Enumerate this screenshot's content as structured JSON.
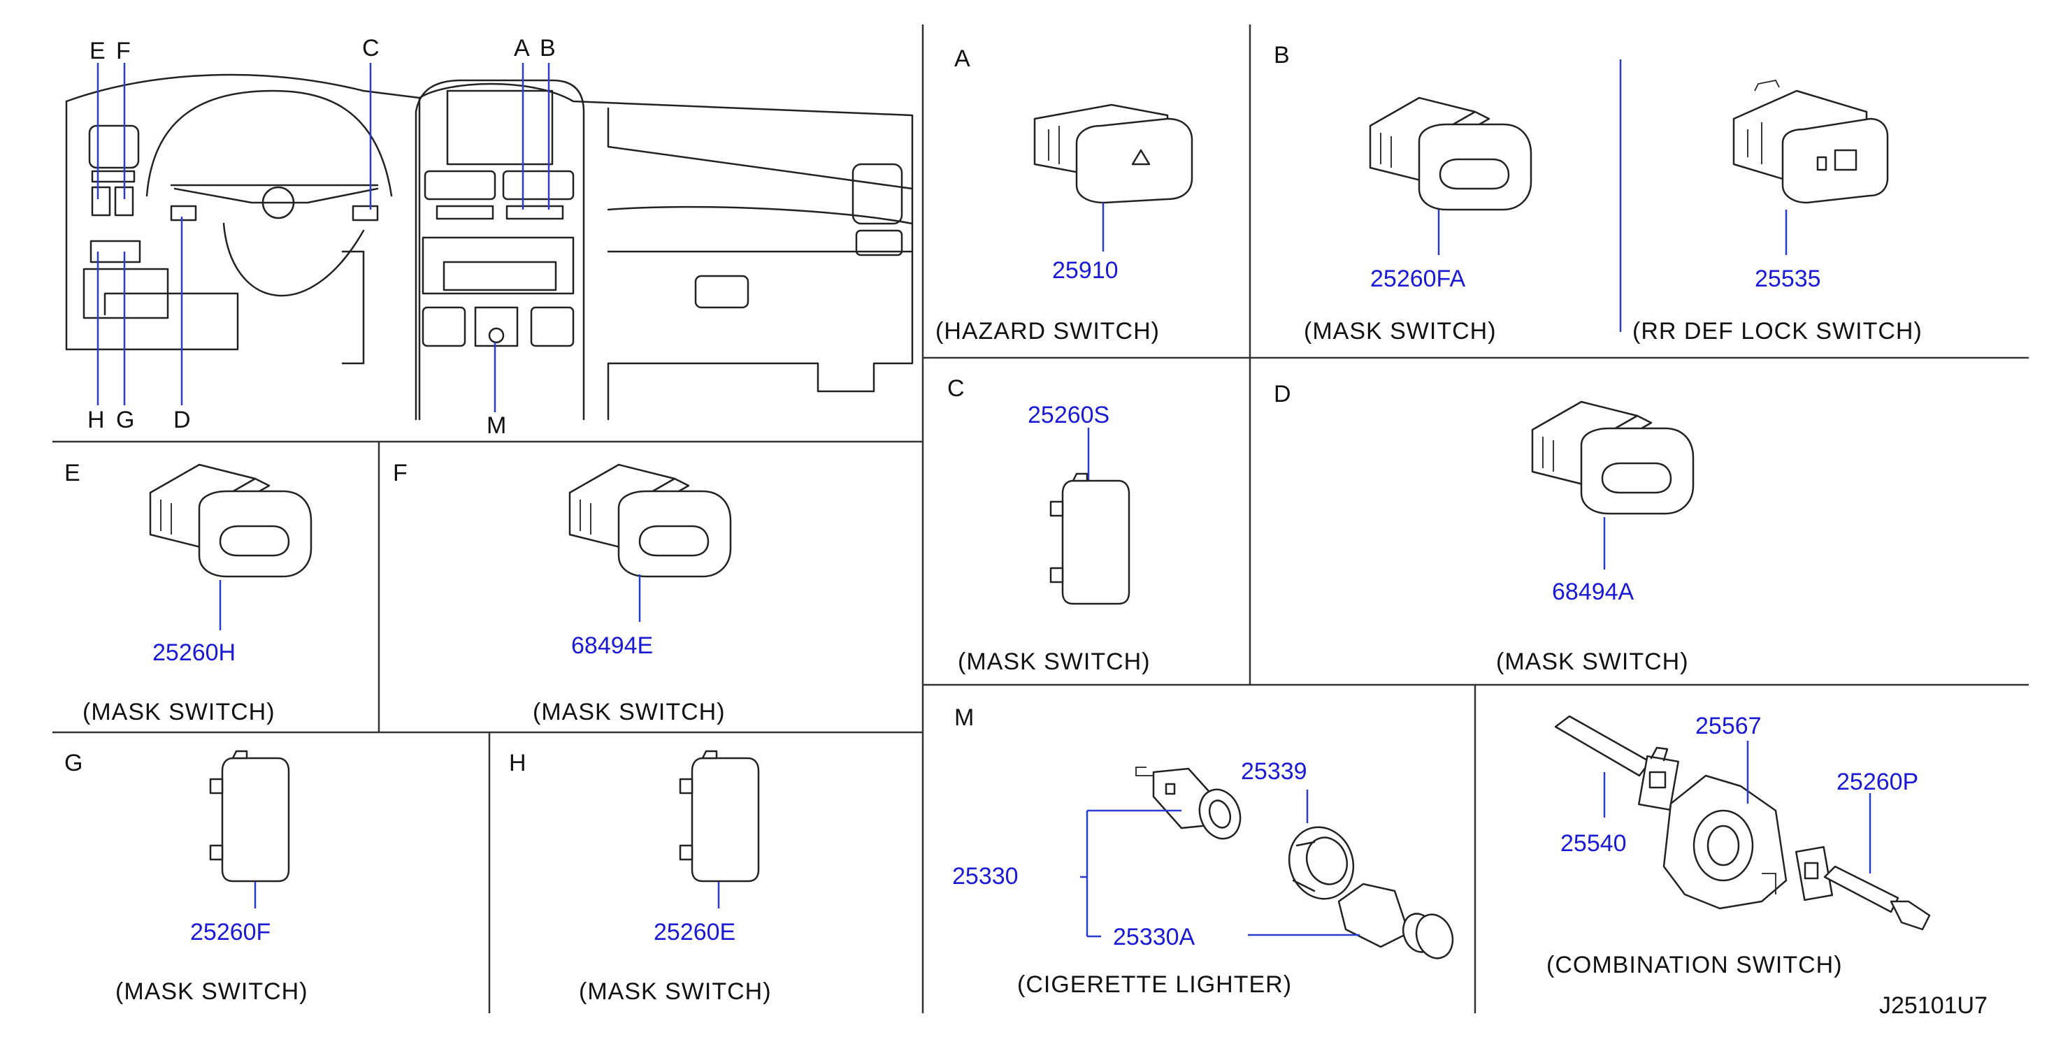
{
  "diagram_id": "J25101U7",
  "overview": {
    "callouts": [
      "A",
      "B",
      "C",
      "D",
      "E",
      "F",
      "G",
      "H",
      "M"
    ]
  },
  "panels": {
    "A": {
      "letter": "A",
      "parts": [
        "25910"
      ],
      "caption": "(HAZARD  SWITCH)"
    },
    "B": {
      "letter": "B",
      "parts": [
        "25260FA",
        "25535"
      ],
      "captions": [
        "(MASK  SWITCH)",
        "(RR  DEF  LOCK  SWITCH)"
      ]
    },
    "C": {
      "letter": "C",
      "parts": [
        "25260S"
      ],
      "caption": "(MASK  SWITCH)"
    },
    "D": {
      "letter": "D",
      "parts": [
        "68494A"
      ],
      "caption": "(MASK  SWITCH)"
    },
    "E": {
      "letter": "E",
      "parts": [
        "25260H"
      ],
      "caption": "(MASK  SWITCH)"
    },
    "F": {
      "letter": "F",
      "parts": [
        "68494E"
      ],
      "caption": "(MASK  SWITCH)"
    },
    "G": {
      "letter": "G",
      "parts": [
        "25260F"
      ],
      "caption": "(MASK  SWITCH)"
    },
    "H": {
      "letter": "H",
      "parts": [
        "25260E"
      ],
      "caption": "(MASK  SWITCH)"
    },
    "M": {
      "letter": "M",
      "parts": [
        "25339",
        "25330",
        "25330A"
      ],
      "caption": "(CIGERETTE  LIGHTER)"
    },
    "combo": {
      "parts": [
        "25567",
        "25260P",
        "25540"
      ],
      "caption": "(COMBINATION  SWITCH)"
    }
  },
  "colors": {
    "part_number": "#1a1ad6",
    "leader": "#2a3bd0",
    "ink": "#222222"
  }
}
